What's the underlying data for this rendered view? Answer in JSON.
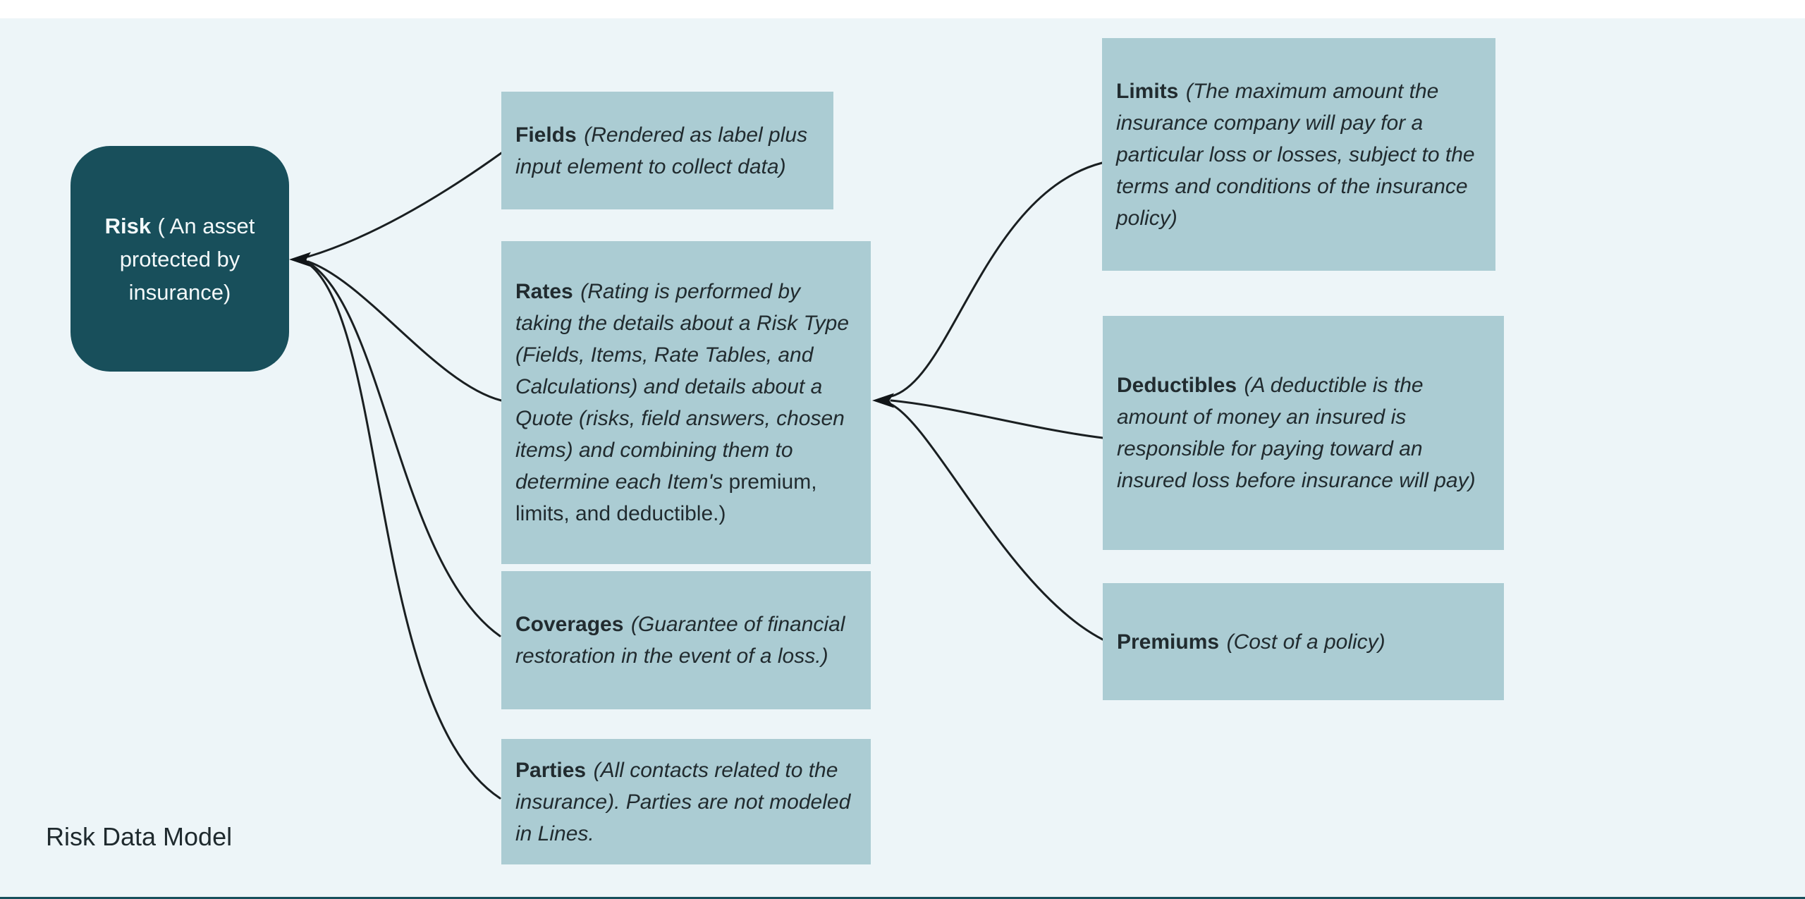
{
  "page": {
    "caption": "Risk Data Model",
    "background_color": "#edf5f8",
    "top_strip_color": "#ffffff",
    "bottom_bar_color": "#17505c"
  },
  "colors": {
    "root_node_fill": "#184f5b",
    "node_fill": "#abccd3",
    "node_text": "#212b2f",
    "root_node_text": "#f3f9fa",
    "connector": "#1a1f21"
  },
  "root_node": {
    "title": "Risk",
    "description": "( An asset protected by insurance)"
  },
  "nodes": [
    {
      "id": "fields",
      "title": "Fields",
      "desc": "(Rendered as label plus input element to collect data)",
      "tail": ""
    },
    {
      "id": "rates",
      "title": "Rates",
      "desc": "(Rating is performed by taking the details about a Risk Type (Fields, Items, Rate Tables, and Calculations) and details about a Quote (risks, field answers, chosen items) and combining them to determine each Item's",
      "tail": " premium, limits, and deductible.)"
    },
    {
      "id": "coverages",
      "title": "Coverages",
      "desc": "(Guarantee of financial restoration in the event of a loss.)",
      "tail": ""
    },
    {
      "id": "parties",
      "title": "Parties",
      "desc": "(All contacts related to the insurance). Parties are not modeled in Lines.",
      "tail": ""
    },
    {
      "id": "limits",
      "title": "Limits",
      "desc": "(The maximum amount the insurance company will pay for a particular loss or losses, subject to the terms and conditions of the insurance policy)",
      "tail": ""
    },
    {
      "id": "deductibles",
      "title": "Deductibles",
      "desc": "(A deductible is the amount of money an insured is responsible for paying toward an insured loss before insurance will pay)",
      "tail": ""
    },
    {
      "id": "premiums",
      "title": "Premiums",
      "desc": "(Cost of a policy)",
      "tail": ""
    }
  ],
  "edges": [
    {
      "from": "fields",
      "to": "risk",
      "arrow_at": "risk"
    },
    {
      "from": "rates",
      "to": "risk",
      "arrow_at": "risk"
    },
    {
      "from": "coverages",
      "to": "risk",
      "arrow_at": "risk"
    },
    {
      "from": "parties",
      "to": "risk",
      "arrow_at": "risk"
    },
    {
      "from": "limits",
      "to": "rates",
      "arrow_at": "rates"
    },
    {
      "from": "deductibles",
      "to": "rates",
      "arrow_at": "rates"
    },
    {
      "from": "premiums",
      "to": "rates",
      "arrow_at": "rates"
    }
  ]
}
